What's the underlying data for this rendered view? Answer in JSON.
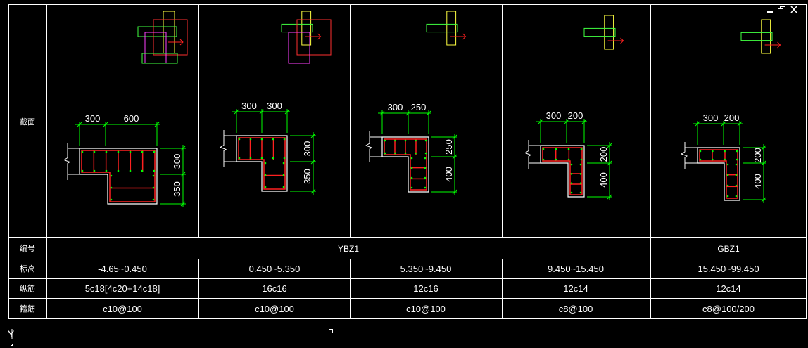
{
  "window": {
    "controls": [
      "minimize-button",
      "restore-button",
      "close-button"
    ],
    "control_glyphs": {
      "minimize": "▁",
      "restore": "❐",
      "close": "X"
    }
  },
  "colors": {
    "background": "#000000",
    "grid": "#ffffff",
    "dimension": "#00ff00",
    "rebar": "#ff2020",
    "outline_yellow": "#ffff40",
    "outline_green": "#40ff40",
    "outline_red": "#ff3030",
    "outline_magenta": "#ff40ff",
    "text": "#ffffff"
  },
  "table": {
    "row_labels": {
      "section": "截面",
      "id": "编号",
      "elevation": "标高",
      "longitudinal": "纵筋",
      "stirrup": "箍筋"
    },
    "ids": [
      "YBZ1",
      "GBZ1"
    ],
    "columns": [
      {
        "elevation": "-4.65~0.450",
        "longitudinal": "5c18[4c20+14c18]",
        "stirrup": "c10@100",
        "dims": {
          "top": [
            "300",
            "600"
          ],
          "right": [
            "300",
            "350"
          ]
        }
      },
      {
        "elevation": "0.450~5.350",
        "longitudinal": "16c16",
        "stirrup": "c10@100",
        "dims": {
          "top": [
            "300",
            "300"
          ],
          "right": [
            "300",
            "350"
          ]
        }
      },
      {
        "elevation": "5.350~9.450",
        "longitudinal": "12c16",
        "stirrup": "c10@100",
        "dims": {
          "top": [
            "300",
            "250"
          ],
          "right": [
            "250",
            "400"
          ]
        }
      },
      {
        "elevation": "9.450~15.450",
        "longitudinal": "12c14",
        "stirrup": "c8@100",
        "dims": {
          "top": [
            "300",
            "200"
          ],
          "right": [
            "200",
            "400"
          ]
        }
      },
      {
        "elevation": "15.450~99.450",
        "longitudinal": "12c14",
        "stirrup": "c8@100/200",
        "dims": {
          "top": [
            "300",
            "200"
          ],
          "right": [
            "200",
            "400"
          ]
        }
      }
    ]
  },
  "ucs": {
    "axis_label": "Y"
  }
}
